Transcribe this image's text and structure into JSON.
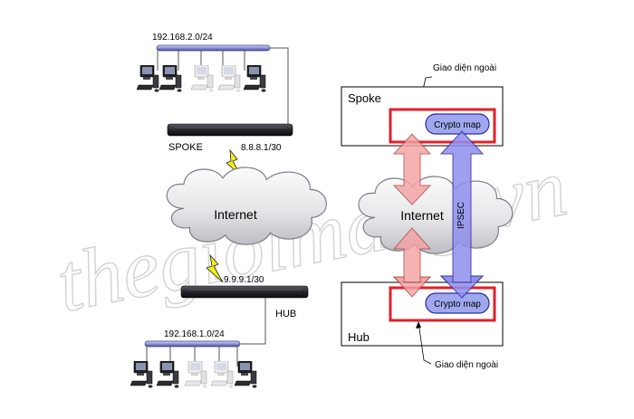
{
  "left": {
    "spoke_lan": "192.168.2.0/24",
    "spoke_label": "SPOKE",
    "spoke_ip": "8.8.8.1/30",
    "internet": "Internet",
    "hub_ip": "9.9.9.1/30",
    "hub_label": "HUB",
    "hub_lan": "192.168.1.0/24"
  },
  "right": {
    "outer_if_top": "Giao diện ngoài",
    "spoke_box": "Spoke",
    "crypto_map_top": "Crypto map",
    "internet": "Internet",
    "ipsec": "IPSEC",
    "crypto_map_bottom": "Crypto map",
    "hub_box": "Hub",
    "outer_if_bottom": "Giao diện ngoài"
  },
  "watermark": "thegioimang.vn",
  "colors": {
    "interface_red": "#e0202a",
    "crypto_fill": "#9fa8ee",
    "crypto_stroke": "#2c2ca0",
    "gre_arrow": "#f3a2a2",
    "ipsec_arrow": "#8f8ff0",
    "cloud_fill": "#e8e8ec",
    "lightning": "#f2ee1c"
  }
}
